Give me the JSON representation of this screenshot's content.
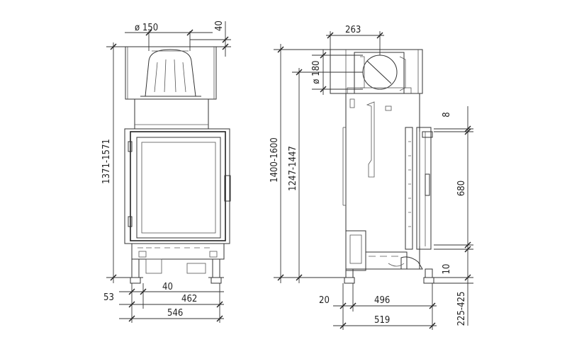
{
  "front_view": {
    "flue_diameter": "ø 150",
    "top_offset": "40",
    "total_height": "1371-1571",
    "foot_offset": "53",
    "foot_inset": "40",
    "body_width": "462",
    "total_width": "546"
  },
  "side_view": {
    "flue_width": "263",
    "flue_diameter": "ø 180",
    "total_height": "1400-1600",
    "outlet_height": "1247-1447",
    "door_top_gap": "8",
    "door_height": "680",
    "door_bottom_gap": "10",
    "leg_height": "225-425",
    "back_offset": "20",
    "body_depth": "496",
    "total_depth": "519"
  }
}
